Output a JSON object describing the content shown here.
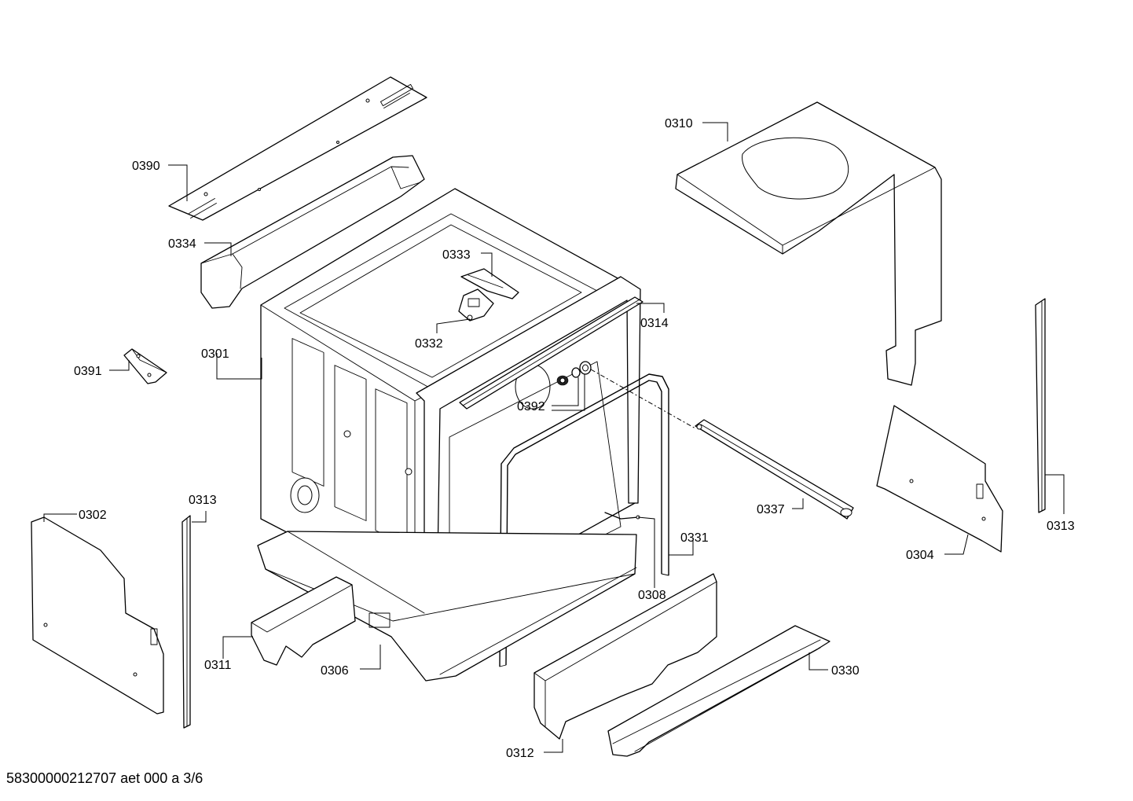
{
  "labels": {
    "l0390": "0390",
    "l0334": "0334",
    "l0391": "0391",
    "l0301": "0301",
    "l0333": "0333",
    "l0332": "0332",
    "l0314": "0314",
    "l0310": "0310",
    "l0392": "0392",
    "l0337": "0337",
    "l0331": "0331",
    "l0308": "0308",
    "l0302": "0302",
    "l0313a": "0313",
    "l0313b": "0313",
    "l0304": "0304",
    "l0311": "0311",
    "l0306": "0306",
    "l0312": "0312",
    "l0330": "0330"
  },
  "footer": "58300000212707 aet 000 a 3/6"
}
